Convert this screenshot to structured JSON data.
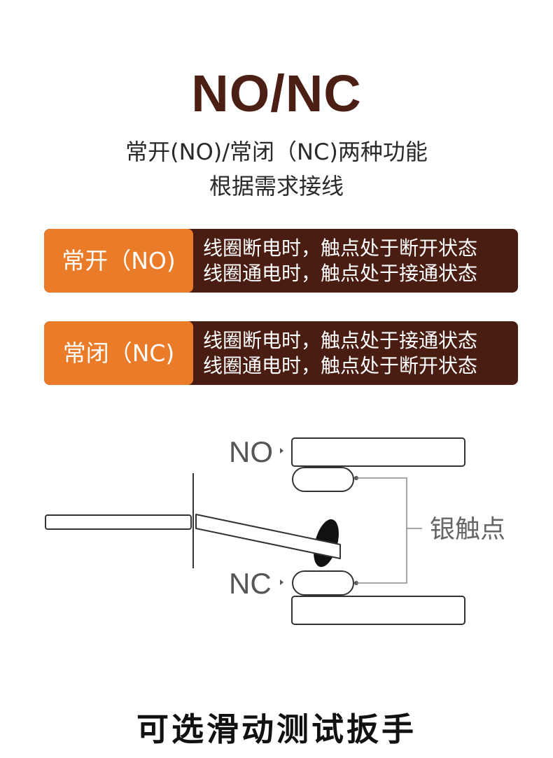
{
  "header": {
    "title": "NO/NC",
    "subtitle_line1": "常开(NO)/常闭（NC)两种功能",
    "subtitle_line2": "根据需求接线"
  },
  "modes": [
    {
      "tag": "常开（NO)",
      "line1": "线圈断电时，触点处于断开状态",
      "line2": "线圈通电时，触点处于接通状态"
    },
    {
      "tag": "常闭（NC)",
      "line1": "线圈断电时，触点处于接通状态",
      "line2": "线圈通电时，触点处于断开状态"
    }
  ],
  "diagram": {
    "no_label": "NO",
    "nc_label": "NC",
    "contact_label": "银触点"
  },
  "footer": {
    "heading": "可选滑动测试扳手"
  },
  "colors": {
    "brown": "#4a1d13",
    "orange": "#ea7b28",
    "title": "#4b1f14"
  }
}
